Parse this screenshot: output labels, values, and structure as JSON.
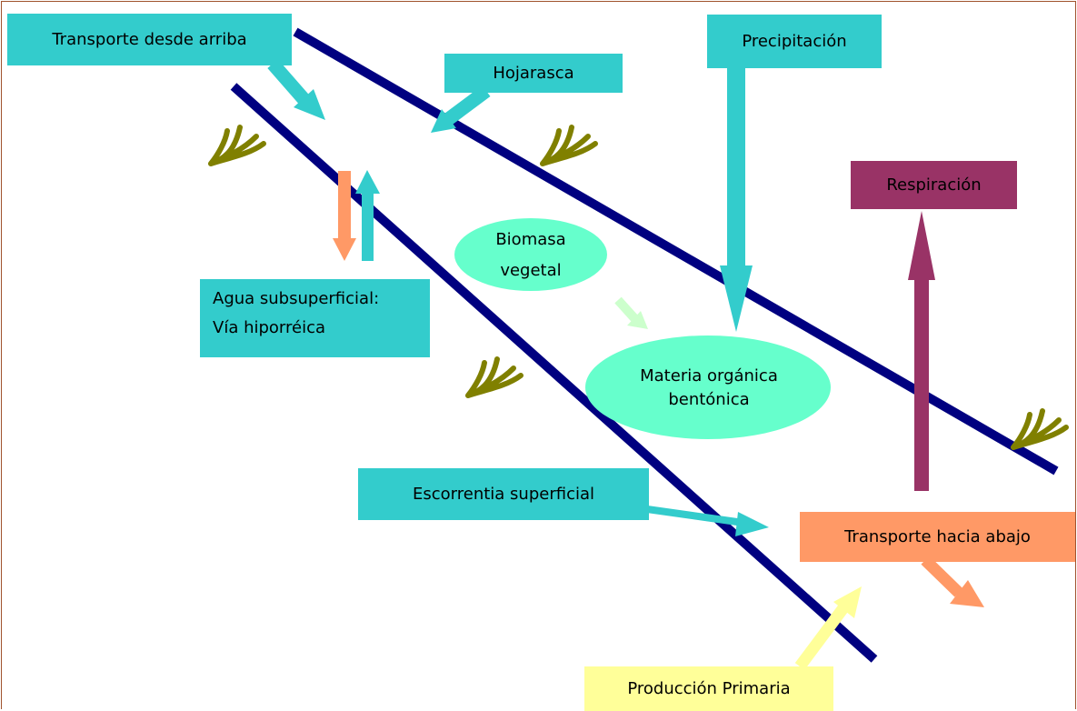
{
  "labels": {
    "transporte_arriba": "Transporte desde arriba",
    "hojarasca": "Hojarasca",
    "precipitacion": "Precipitación",
    "respiracion": "Respiración",
    "agua_sub_line1": "Agua subsuperficial:",
    "agua_sub_line2": "Vía hiporréica",
    "biomasa_line1": "Biomasa",
    "biomasa_line2": "vegetal",
    "materia_line1": "Materia orgánica",
    "materia_line2": "bentónica",
    "escorrentia": "Escorrentia superficial",
    "transporte_abajo": "Transporte hacia abajo",
    "produccion": "Producción Primaria"
  },
  "colors": {
    "bank_line": "#000080",
    "teal": "#33cccc",
    "purple": "#993366",
    "salmon": "#ff9966",
    "yellow": "#ffff99",
    "ellipse": "#66ffcc",
    "light_arrow": "#ccffcc",
    "plant": "#808000",
    "border": "#a0522d"
  },
  "icons": [
    "plant-icon",
    "plant-icon",
    "plant-icon",
    "plant-icon"
  ]
}
